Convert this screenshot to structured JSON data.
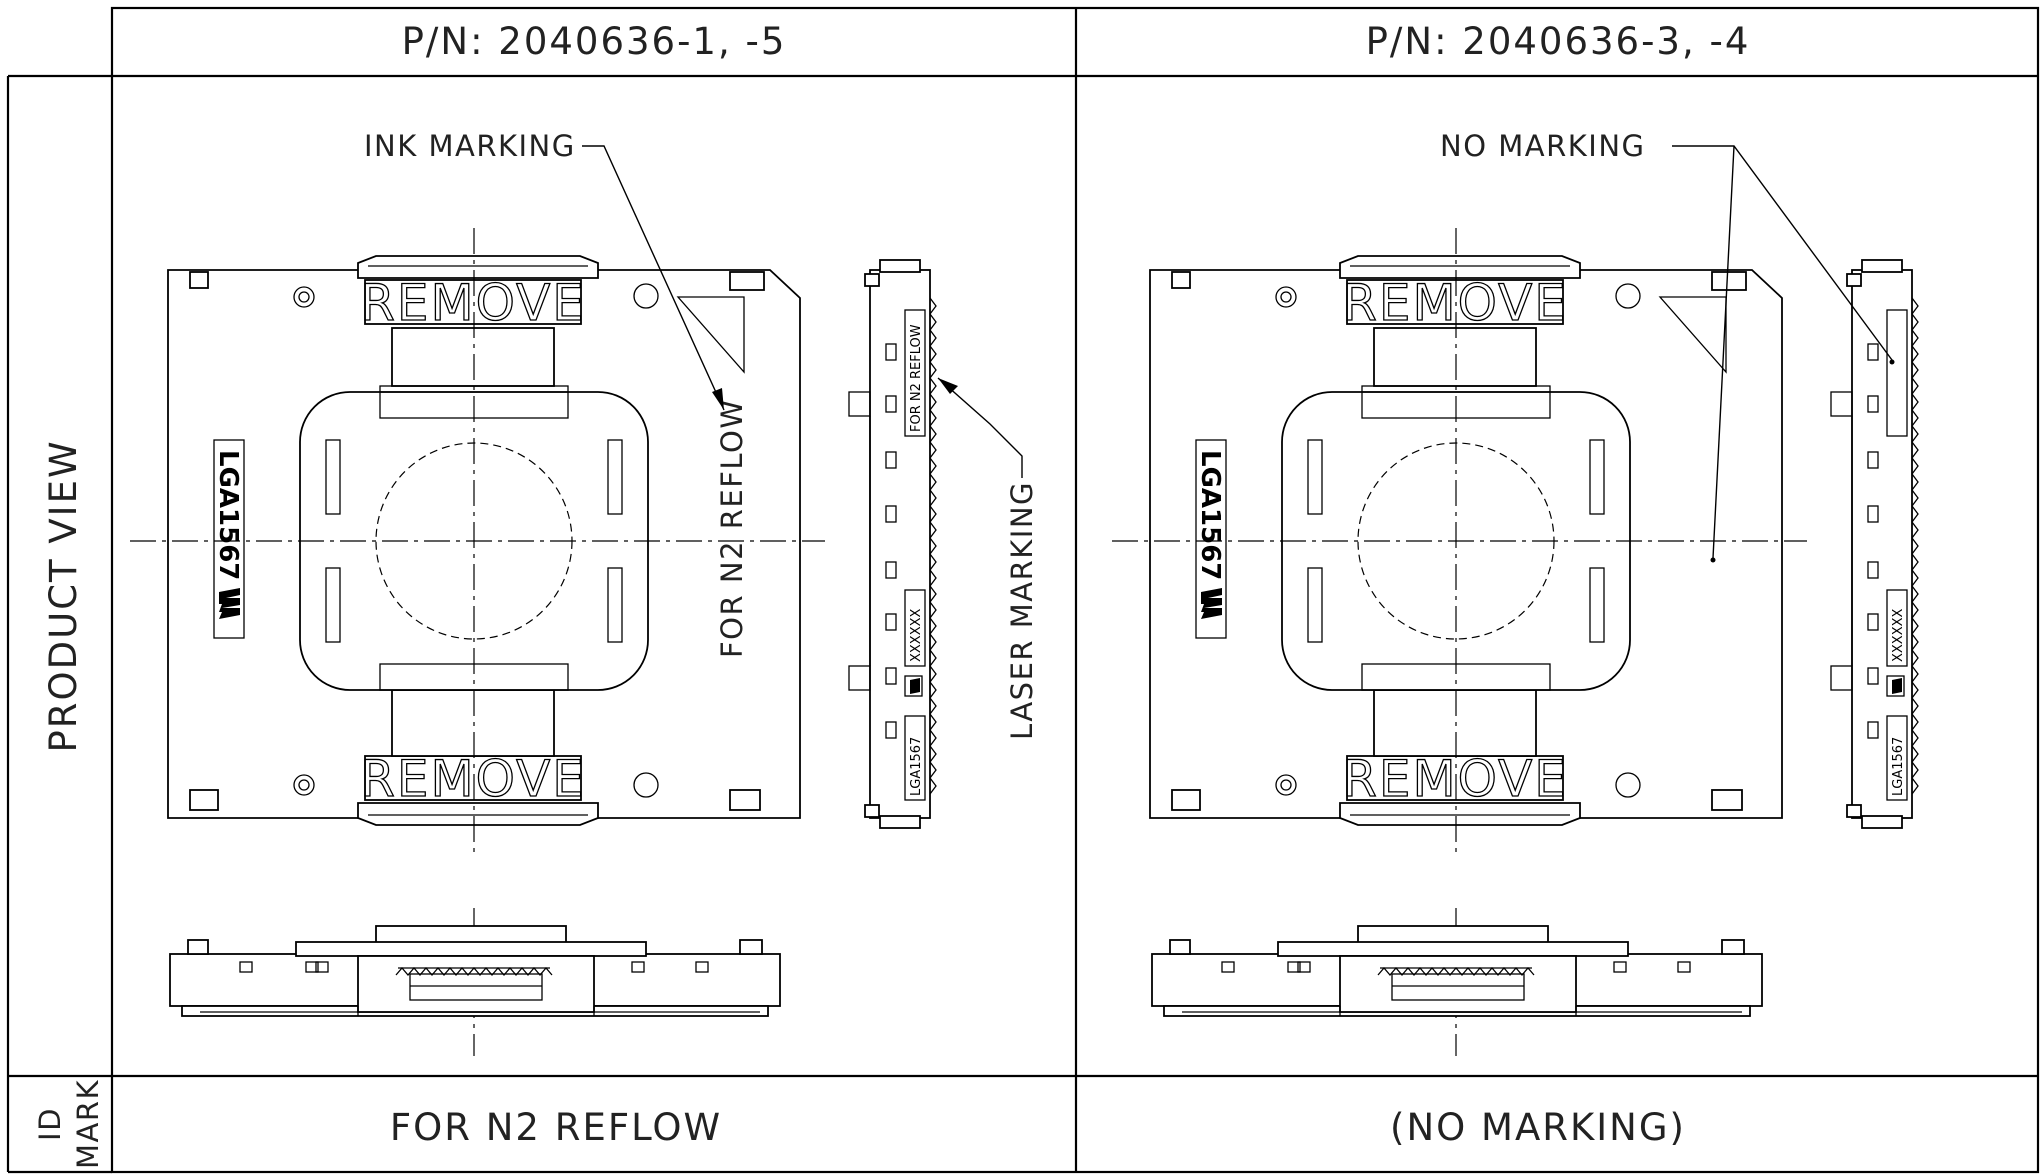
{
  "table": {
    "headers": [
      "P/N: 2040636-1, -5",
      "P/N: 2040636-3, -4"
    ],
    "row_labels": {
      "product_view": "PRODUCT VIEW",
      "id_mark_line1": "ID",
      "id_mark_line2": "MARK"
    },
    "id_marks": [
      "FOR N2 REFLOW",
      "(NO MARKING)"
    ]
  },
  "callouts": {
    "ink_marking": "INK MARKING",
    "laser_marking": "LASER MARKING",
    "no_marking": "NO MARKING"
  },
  "part_marks": {
    "remove": "REMOVE",
    "model": "LGA1567",
    "reflow_text": "FOR N2 REFLOW",
    "side_reflow": "FOR N2 REFLOW",
    "side_model": "LGA1567",
    "side_code": "XXXXXX"
  },
  "icons": {
    "logo": "te-logo-icon"
  }
}
